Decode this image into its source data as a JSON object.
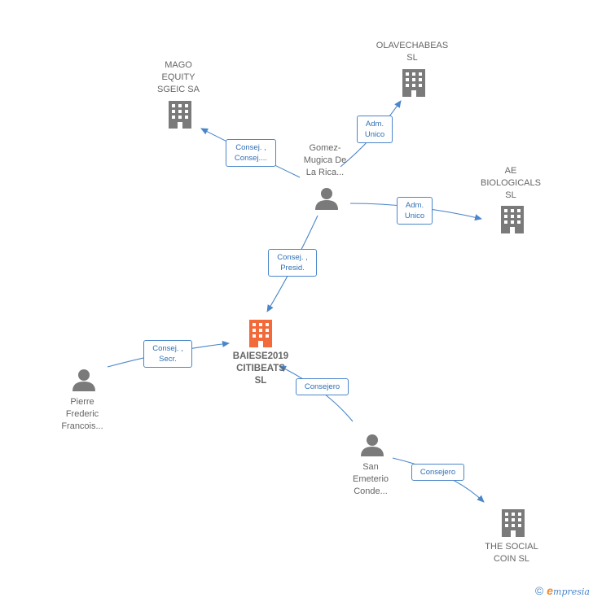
{
  "nodes": {
    "mago": {
      "label": "MAGO\nEQUITY\nSGEIC SA",
      "type": "company"
    },
    "olavechabeas": {
      "label": "OLAVECHABEAS\nSL",
      "type": "company"
    },
    "ae_biologicals": {
      "label": "AE\nBIOLOGICALS\nSL",
      "type": "company"
    },
    "gomez": {
      "label": "Gomez-\nMugica De\nLa Rica...",
      "type": "person"
    },
    "baiese": {
      "label": "BAIESE2019\nCITIBEATS\nSL",
      "type": "company-main"
    },
    "pierre": {
      "label": "Pierre\nFrederic\nFrancois...",
      "type": "person"
    },
    "san_emeterio": {
      "label": "San\nEmeterio\nConde...",
      "type": "person"
    },
    "social_coin": {
      "label": "THE SOCIAL\nCOIN SL",
      "type": "company"
    }
  },
  "edges": {
    "gomez_mago": "Consej. ,\nConsej....",
    "gomez_olave": "Adm.\nUnico",
    "gomez_ae": "Adm.\nUnico",
    "gomez_baiese": "Consej. ,\nPresid.",
    "pierre_baiese": "Consej. ,\nSecr.",
    "san_baiese": "Consejero",
    "san_social": "Consejero"
  },
  "footer": {
    "copyright": "©",
    "brand_initial": "e",
    "brand_rest": "mpresia"
  },
  "colors": {
    "company_icon": "#7a7a7a",
    "main_icon": "#f26a3a",
    "person_icon": "#7a7a7a",
    "edge": "#4a86c9"
  }
}
